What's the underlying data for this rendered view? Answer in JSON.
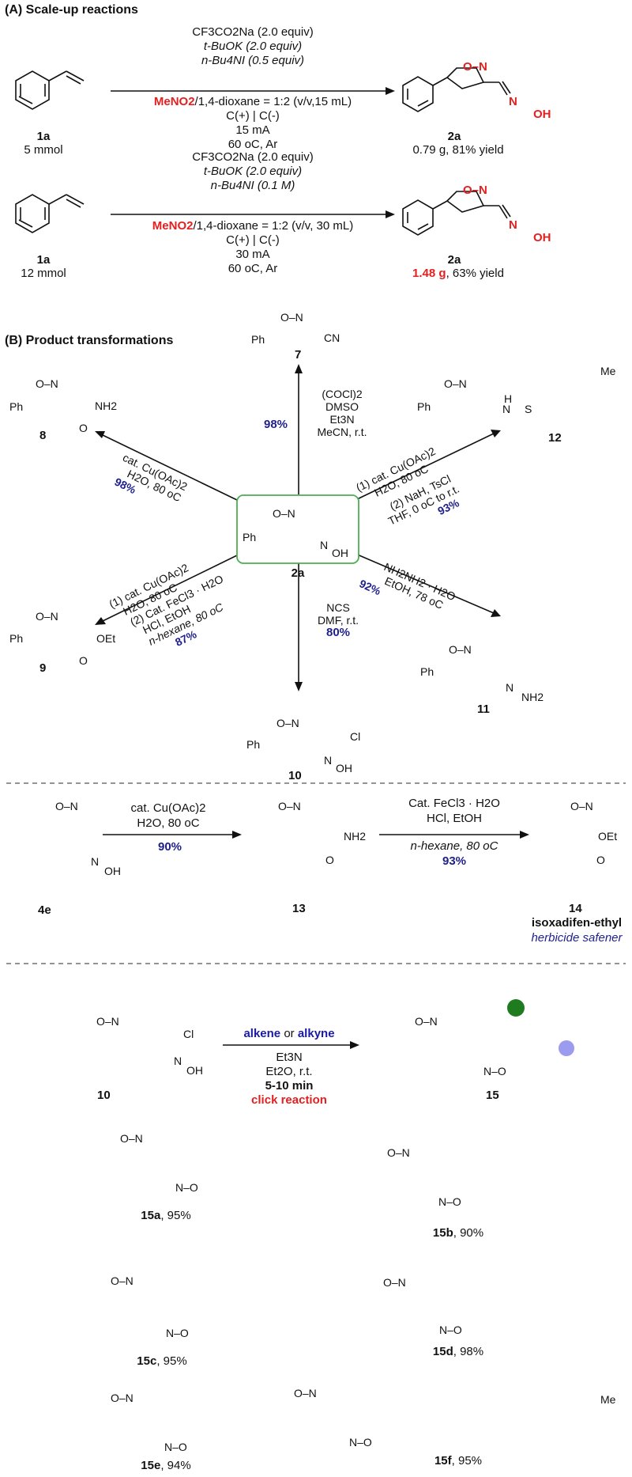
{
  "sectionA": {
    "label_bold": "(A)",
    "label": "Scale-up reactions"
  },
  "sectionB": {
    "label_bold": "(B)",
    "label": "Product transformations"
  },
  "r1": {
    "cond1": "CF3CO2Na (2.0 equiv)",
    "cond2": "t-BuOK (2.0 equiv)",
    "cond3": "n-Bu4NI (0.5 equiv)",
    "cond4_red": "MeNO2",
    "cond4": "/1,4-dioxane = 1:2 (v/v,15 mL)",
    "cond5": "C(+) | C(-)",
    "cond6": "15 mA",
    "cond7": "60 oC, Ar",
    "sm_label": "1a",
    "sm_amount": "5 mmol",
    "prod_label": "2a",
    "prod_yield": "0.79 g, 81% yield"
  },
  "r2": {
    "cond1": "CF3CO2Na (2.0 equiv)",
    "cond2": "t-BuOK (2.0 equiv)",
    "cond3": "n-Bu4NI (0.1 M)",
    "cond4_red": "MeNO2",
    "cond4": "/1,4-dioxane = 1:2 (v/v, 30 mL)",
    "cond5": "C(+) | C(-)",
    "cond6": "30 mA",
    "cond7": "60 oC, Ar",
    "sm_label": "1a",
    "sm_amount": "12 mmol",
    "prod_label": "2a",
    "prod_yield_red": "1.48 g",
    "prod_yield": ", 63% yield"
  },
  "hub": {
    "label": "2a"
  },
  "transforms": {
    "t7": {
      "c1": "(COCl)2",
      "c2": "DMSO",
      "c3": "Et3N",
      "c4": "MeCN, r.t.",
      "yield": "98%",
      "label": "7"
    },
    "t8": {
      "c1": "cat. Cu(OAc)2",
      "c2": "H2O, 80 oC",
      "yield": "98%",
      "label": "8"
    },
    "t12": {
      "c1": "(1) cat. Cu(OAc)2",
      "c2": "H2O, 80 oC",
      "c3": "(2) NaH, TsCl",
      "c4": "THF, 0 oC to r.t.",
      "yield": "93%",
      "label": "12"
    },
    "t9": {
      "c1": "(1) cat. Cu(OAc)2",
      "c2": "H2O, 80 oC",
      "c3": "(2) Cat. FeCl3 · H2O",
      "c4": "HCl, EtOH",
      "c5": "n-hexane, 80 oC",
      "yield": "87%",
      "label": "9"
    },
    "t10": {
      "c1": "NCS",
      "c2": "DMF, r.t.",
      "yield": "80%",
      "label": "10"
    },
    "t11": {
      "c1": "NH2NH2 · H2O",
      "c2": "EtOH, 78 oC",
      "yield": "92%",
      "label": "11"
    }
  },
  "seq": {
    "a1": "cat. Cu(OAc)2",
    "a2": "H2O, 80 oC",
    "ay": "90%",
    "b1": "Cat. FeCl3 · H2O",
    "b2": "HCl, EtOH",
    "b3": "n-hexane, 80 oC",
    "by": "93%",
    "l1": "4e",
    "l2": "13",
    "l3": "14",
    "name": "isoxadifen-ethyl",
    "use": "herbicide safener"
  },
  "click": {
    "alkene": "alkene",
    "or": "or",
    "alkyne": "alkyne",
    "c2": "Et3N",
    "c3": "Et2O, r.t.",
    "time": "5-10 min",
    "tag": "click reaction",
    "sm": "10",
    "prod": "15"
  },
  "examples": [
    {
      "label": "15a",
      "yield": ", 95%"
    },
    {
      "label": "15b",
      "yield": ", 90%"
    },
    {
      "label": "15c",
      "yield": ", 95%"
    },
    {
      "label": "15d",
      "yield": ", 98%"
    },
    {
      "label": "15e",
      "yield": ", 94%"
    },
    {
      "label": "15f",
      "yield": ", 95%"
    }
  ],
  "atoms": {
    "O_N": "O–N",
    "N_O": "N–O",
    "OH": "OH",
    "N": "N",
    "Ph": "Ph",
    "CN": "CN",
    "NH2": "NH2",
    "OEt": "OEt",
    "Cl": "Cl",
    "Me": "Me",
    "O": "O",
    "S": "S",
    "H": "H"
  },
  "colors": {
    "red": "#e31f1f",
    "navy": "#1f1f8c",
    "green_box": "#4caf50",
    "green_dot": "#1e7b1e",
    "lavender_dot": "#9b9bf0"
  }
}
